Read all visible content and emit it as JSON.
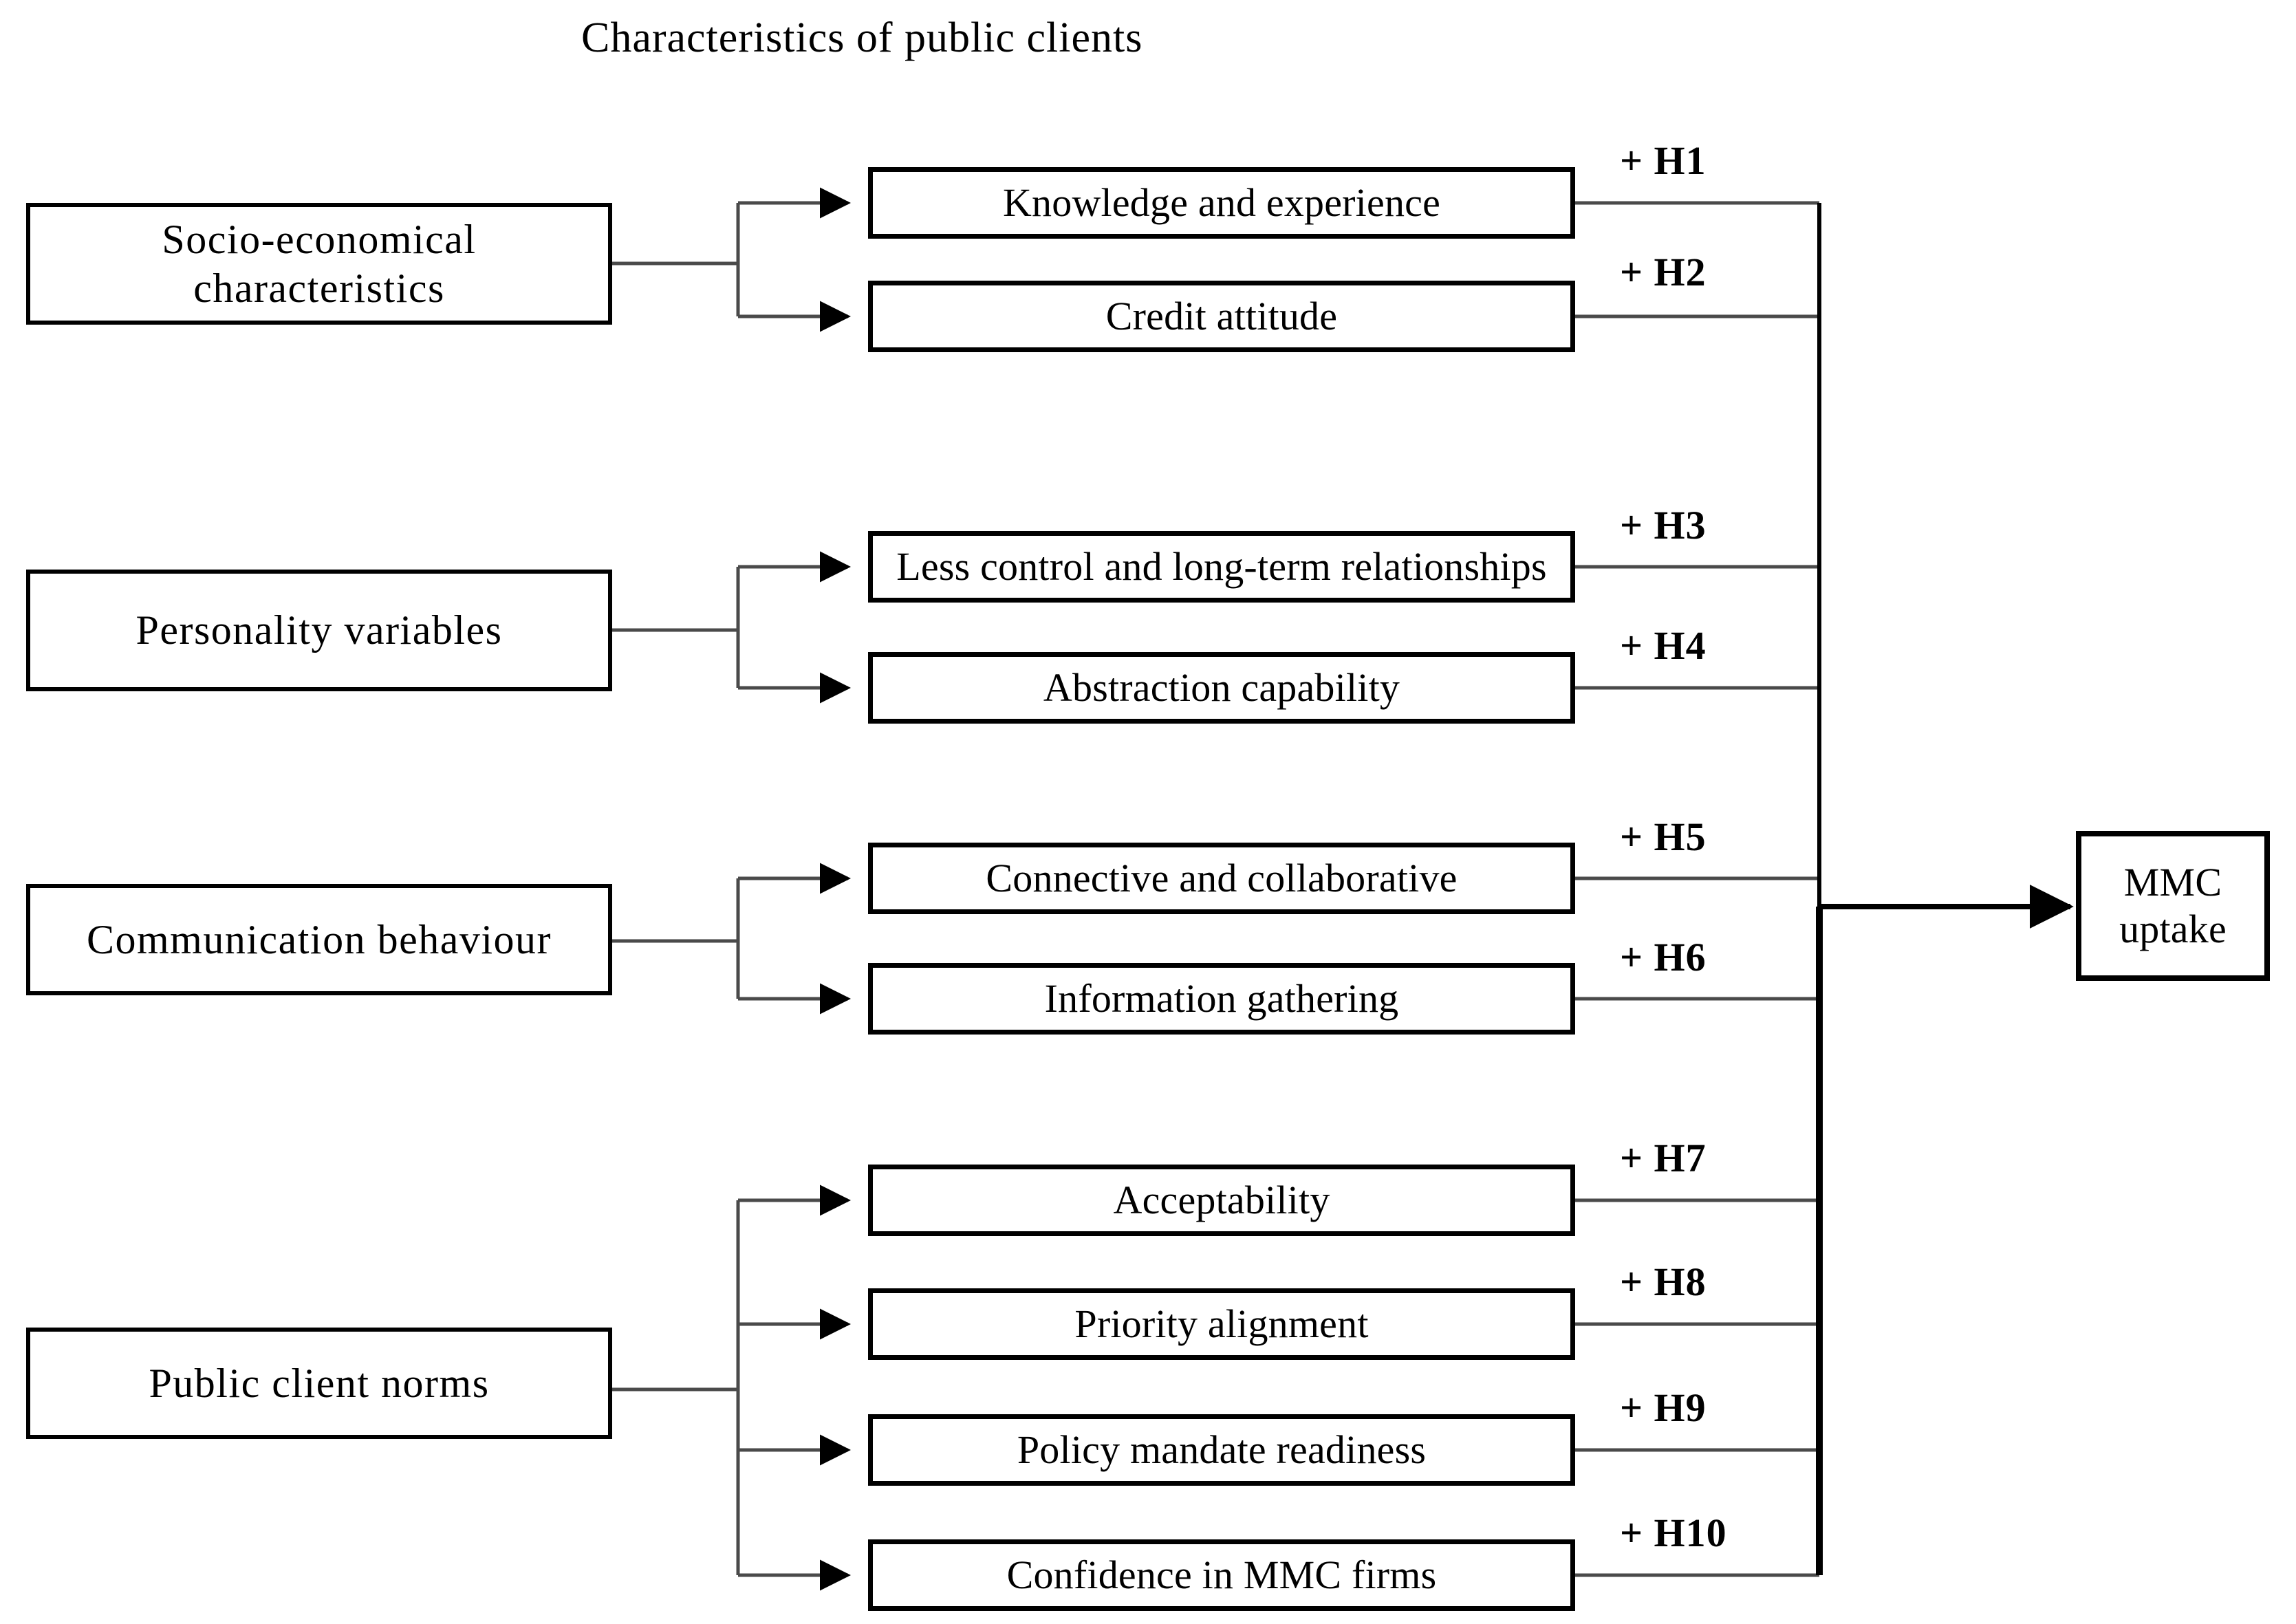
{
  "title": "Characteristics of public clients",
  "outcome": {
    "line1": "MMC",
    "line2": "uptake"
  },
  "groups": [
    {
      "name": "socio-economical-characteristics",
      "line1": "Socio-economical",
      "line2": "characteristics",
      "factors": [
        {
          "label": "Knowledge and experience",
          "hypothesis": "+ H1"
        },
        {
          "label": "Credit attitude",
          "hypothesis": "+ H2"
        }
      ]
    },
    {
      "name": "personality-variables",
      "line1": "Personality  variables",
      "line2": "",
      "factors": [
        {
          "label": "Less control and long-term relationships",
          "hypothesis": "+ H3"
        },
        {
          "label": "Abstraction capability",
          "hypothesis": "+ H4"
        }
      ]
    },
    {
      "name": "communication-behaviour",
      "line1": "Communication  behaviour",
      "line2": "",
      "factors": [
        {
          "label": "Connective and collaborative",
          "hypothesis": "+ H5"
        },
        {
          "label": "Information gathering",
          "hypothesis": "+ H6"
        }
      ]
    },
    {
      "name": "public-client-norms",
      "line1": "Public client norms",
      "line2": "",
      "factors": [
        {
          "label": "Acceptability",
          "hypothesis": "+ H7"
        },
        {
          "label": "Priority alignment",
          "hypothesis": "+ H8"
        },
        {
          "label": "Policy mandate readiness",
          "hypothesis": "+ H9"
        },
        {
          "label": "Confidence in MMC firms",
          "hypothesis": "+ H10"
        }
      ]
    }
  ],
  "colors": {
    "stroke": "#000000",
    "thin_stroke": "#4a4a4a",
    "background": "#ffffff"
  }
}
